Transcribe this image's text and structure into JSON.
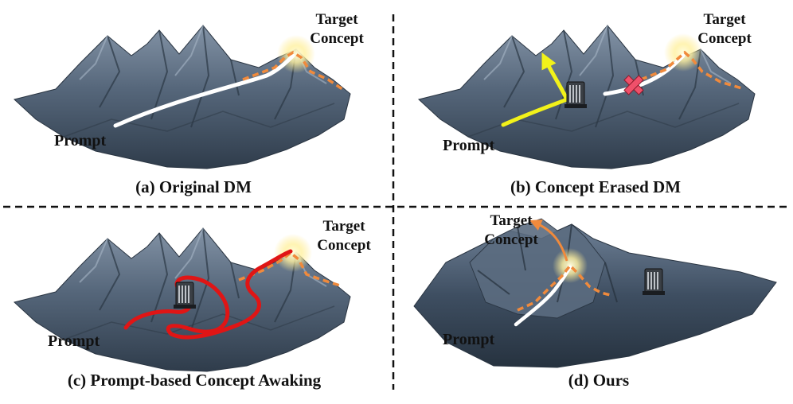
{
  "panels": {
    "a": {
      "caption": "(a) Original DM",
      "prompt": "Prompt",
      "target_line1": "Target",
      "target_line2": "Concept"
    },
    "b": {
      "caption": "(b) Concept Erased DM",
      "prompt": "Prompt",
      "target_line1": "Target",
      "target_line2": "Concept"
    },
    "c": {
      "caption": "(c) Prompt-based Concept Awaking",
      "prompt": "Prompt",
      "target_line1": "Target",
      "target_line2": "Concept"
    },
    "d": {
      "caption": "(d) Ours",
      "prompt": "Prompt",
      "target_line1": "Target",
      "target_line2": "Concept"
    }
  },
  "colors": {
    "mountain": "#4d5d6f",
    "mountain_light": "#7d8fa3",
    "mountain_dark": "#2c3947",
    "path_white": "#ffffff",
    "path_yellow": "#f2f21a",
    "path_red": "#e01515",
    "dashed_orange": "#f08a3c",
    "glow": "#fff3a0",
    "cross": "#f0506a",
    "divider": "#111111"
  }
}
